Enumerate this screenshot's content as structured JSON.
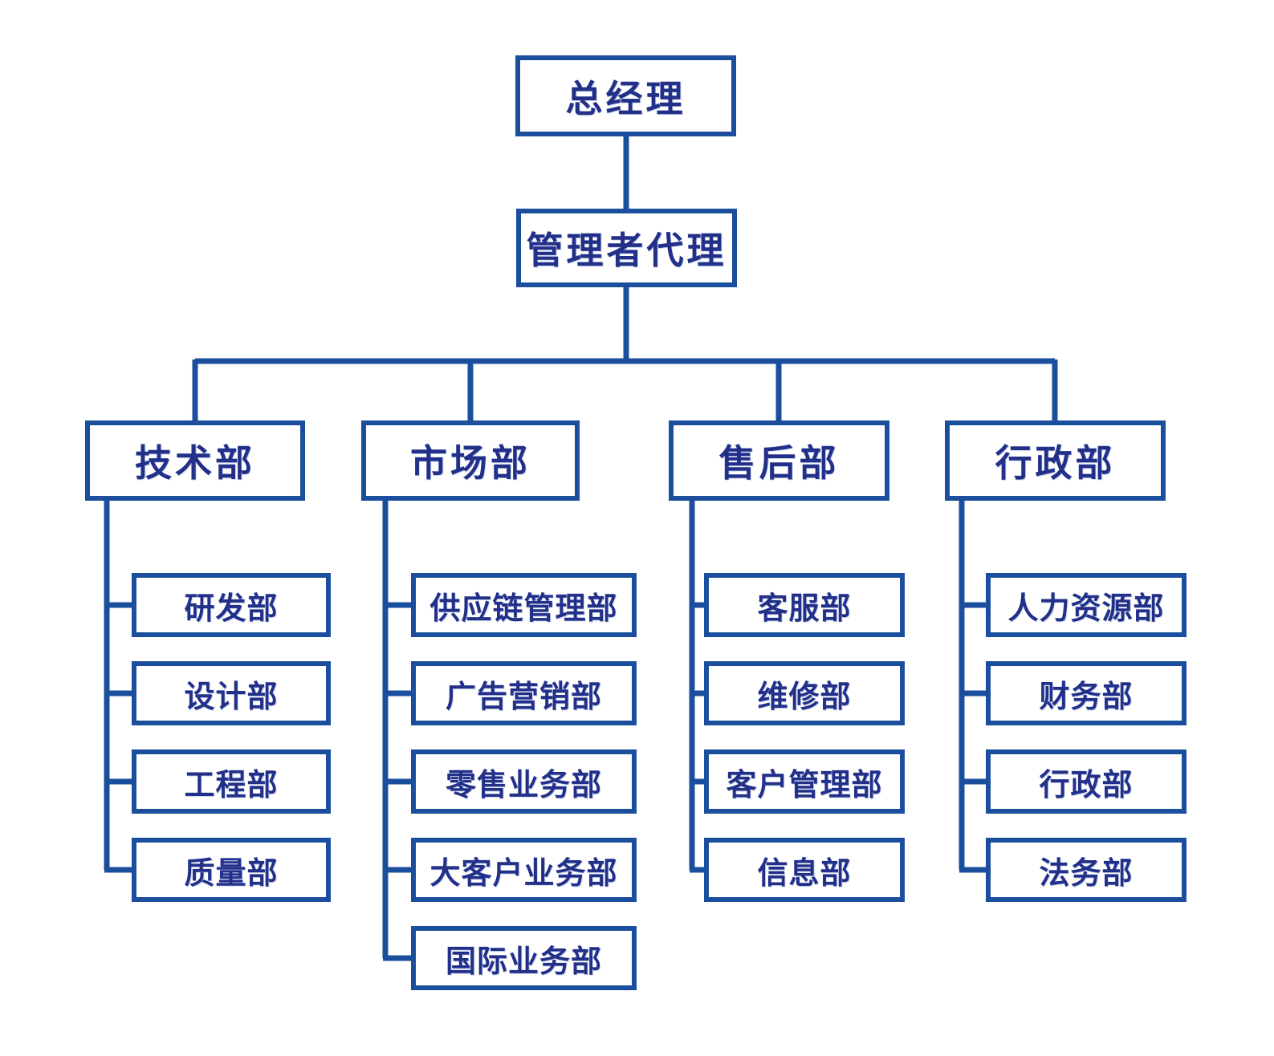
{
  "colors": {
    "line": "#1b4f9e",
    "text": "#22308a",
    "background": "#ffffff"
  },
  "org": {
    "root": "总经理",
    "deputy": "管理者代理",
    "departments": [
      {
        "name": "技术部",
        "children": [
          "研发部",
          "设计部",
          "工程部",
          "质量部"
        ]
      },
      {
        "name": "市场部",
        "children": [
          "供应链管理部",
          "广告营销部",
          "零售业务部",
          "大客户业务部",
          "国际业务部"
        ]
      },
      {
        "name": "售后部",
        "children": [
          "客服部",
          "维修部",
          "客户管理部",
          "信息部"
        ]
      },
      {
        "name": "行政部",
        "children": [
          "人力资源部",
          "财务部",
          "行政部",
          "法务部"
        ]
      }
    ]
  }
}
